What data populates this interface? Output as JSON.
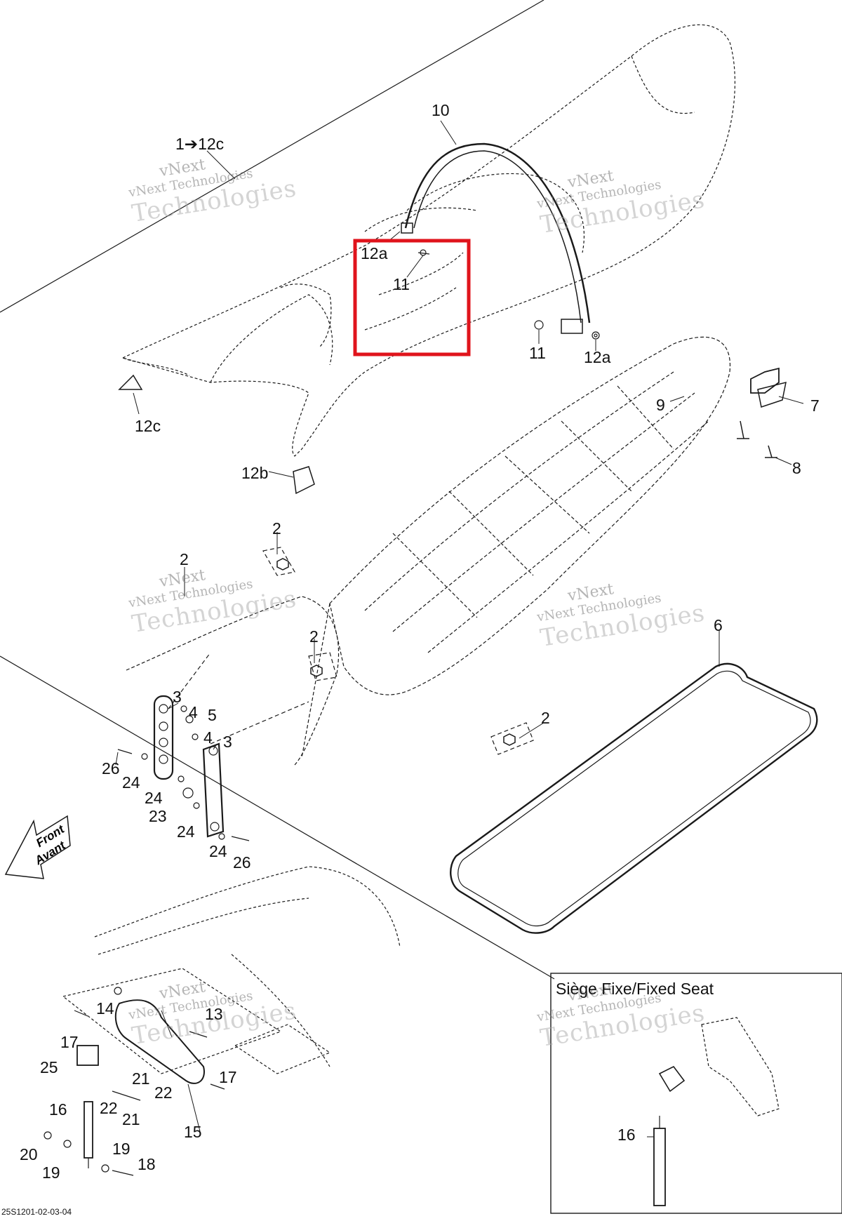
{
  "diagram": {
    "callouts": [
      {
        "id": "c-1-12c",
        "text": "1➔12c"
      },
      {
        "id": "c-10",
        "text": "10"
      },
      {
        "id": "c-12a-top",
        "text": "12a"
      },
      {
        "id": "c-11-top",
        "text": "11"
      },
      {
        "id": "c-11-right",
        "text": "11"
      },
      {
        "id": "c-12a-right",
        "text": "12a"
      },
      {
        "id": "c-9",
        "text": "9"
      },
      {
        "id": "c-7",
        "text": "7"
      },
      {
        "id": "c-8",
        "text": "8"
      },
      {
        "id": "c-12c",
        "text": "12c"
      },
      {
        "id": "c-12b",
        "text": "12b"
      },
      {
        "id": "c-2-a",
        "text": "2"
      },
      {
        "id": "c-2-b",
        "text": "2"
      },
      {
        "id": "c-2-c",
        "text": "2"
      },
      {
        "id": "c-2-d",
        "text": "2"
      },
      {
        "id": "c-6",
        "text": "6"
      },
      {
        "id": "c-3-a",
        "text": "3"
      },
      {
        "id": "c-4-a",
        "text": "4"
      },
      {
        "id": "c-5",
        "text": "5"
      },
      {
        "id": "c-4-b",
        "text": "4"
      },
      {
        "id": "c-3-b",
        "text": "3"
      },
      {
        "id": "c-26-a",
        "text": "26"
      },
      {
        "id": "c-24-a",
        "text": "24"
      },
      {
        "id": "c-24-b",
        "text": "24"
      },
      {
        "id": "c-23",
        "text": "23"
      },
      {
        "id": "c-24-c",
        "text": "24"
      },
      {
        "id": "c-24-d",
        "text": "24"
      },
      {
        "id": "c-26-b",
        "text": "26"
      },
      {
        "id": "c-14",
        "text": "14"
      },
      {
        "id": "c-13",
        "text": "13"
      },
      {
        "id": "c-17-a",
        "text": "17"
      },
      {
        "id": "c-25",
        "text": "25"
      },
      {
        "id": "c-21-a",
        "text": "21"
      },
      {
        "id": "c-22-a",
        "text": "22"
      },
      {
        "id": "c-17-b",
        "text": "17"
      },
      {
        "id": "c-16-a",
        "text": "16"
      },
      {
        "id": "c-22-b",
        "text": "22"
      },
      {
        "id": "c-21-b",
        "text": "21"
      },
      {
        "id": "c-15",
        "text": "15"
      },
      {
        "id": "c-20",
        "text": "20"
      },
      {
        "id": "c-19-a",
        "text": "19"
      },
      {
        "id": "c-19-b",
        "text": "19"
      },
      {
        "id": "c-18",
        "text": "18"
      },
      {
        "id": "c-16-b",
        "text": "16"
      }
    ],
    "inset_title": "Siège Fixe/Fixed Seat",
    "front_label_1": "Front",
    "front_label_2": "Avant",
    "reference_code": "25S1201-02-03-04",
    "watermark": {
      "line1": "vNext",
      "line2": "vNext Technologies",
      "line3": "Technologies"
    },
    "colors": {
      "highlight": "#e0141c",
      "line": "#1a1a1a",
      "watermark": "#8c8c8c"
    }
  }
}
